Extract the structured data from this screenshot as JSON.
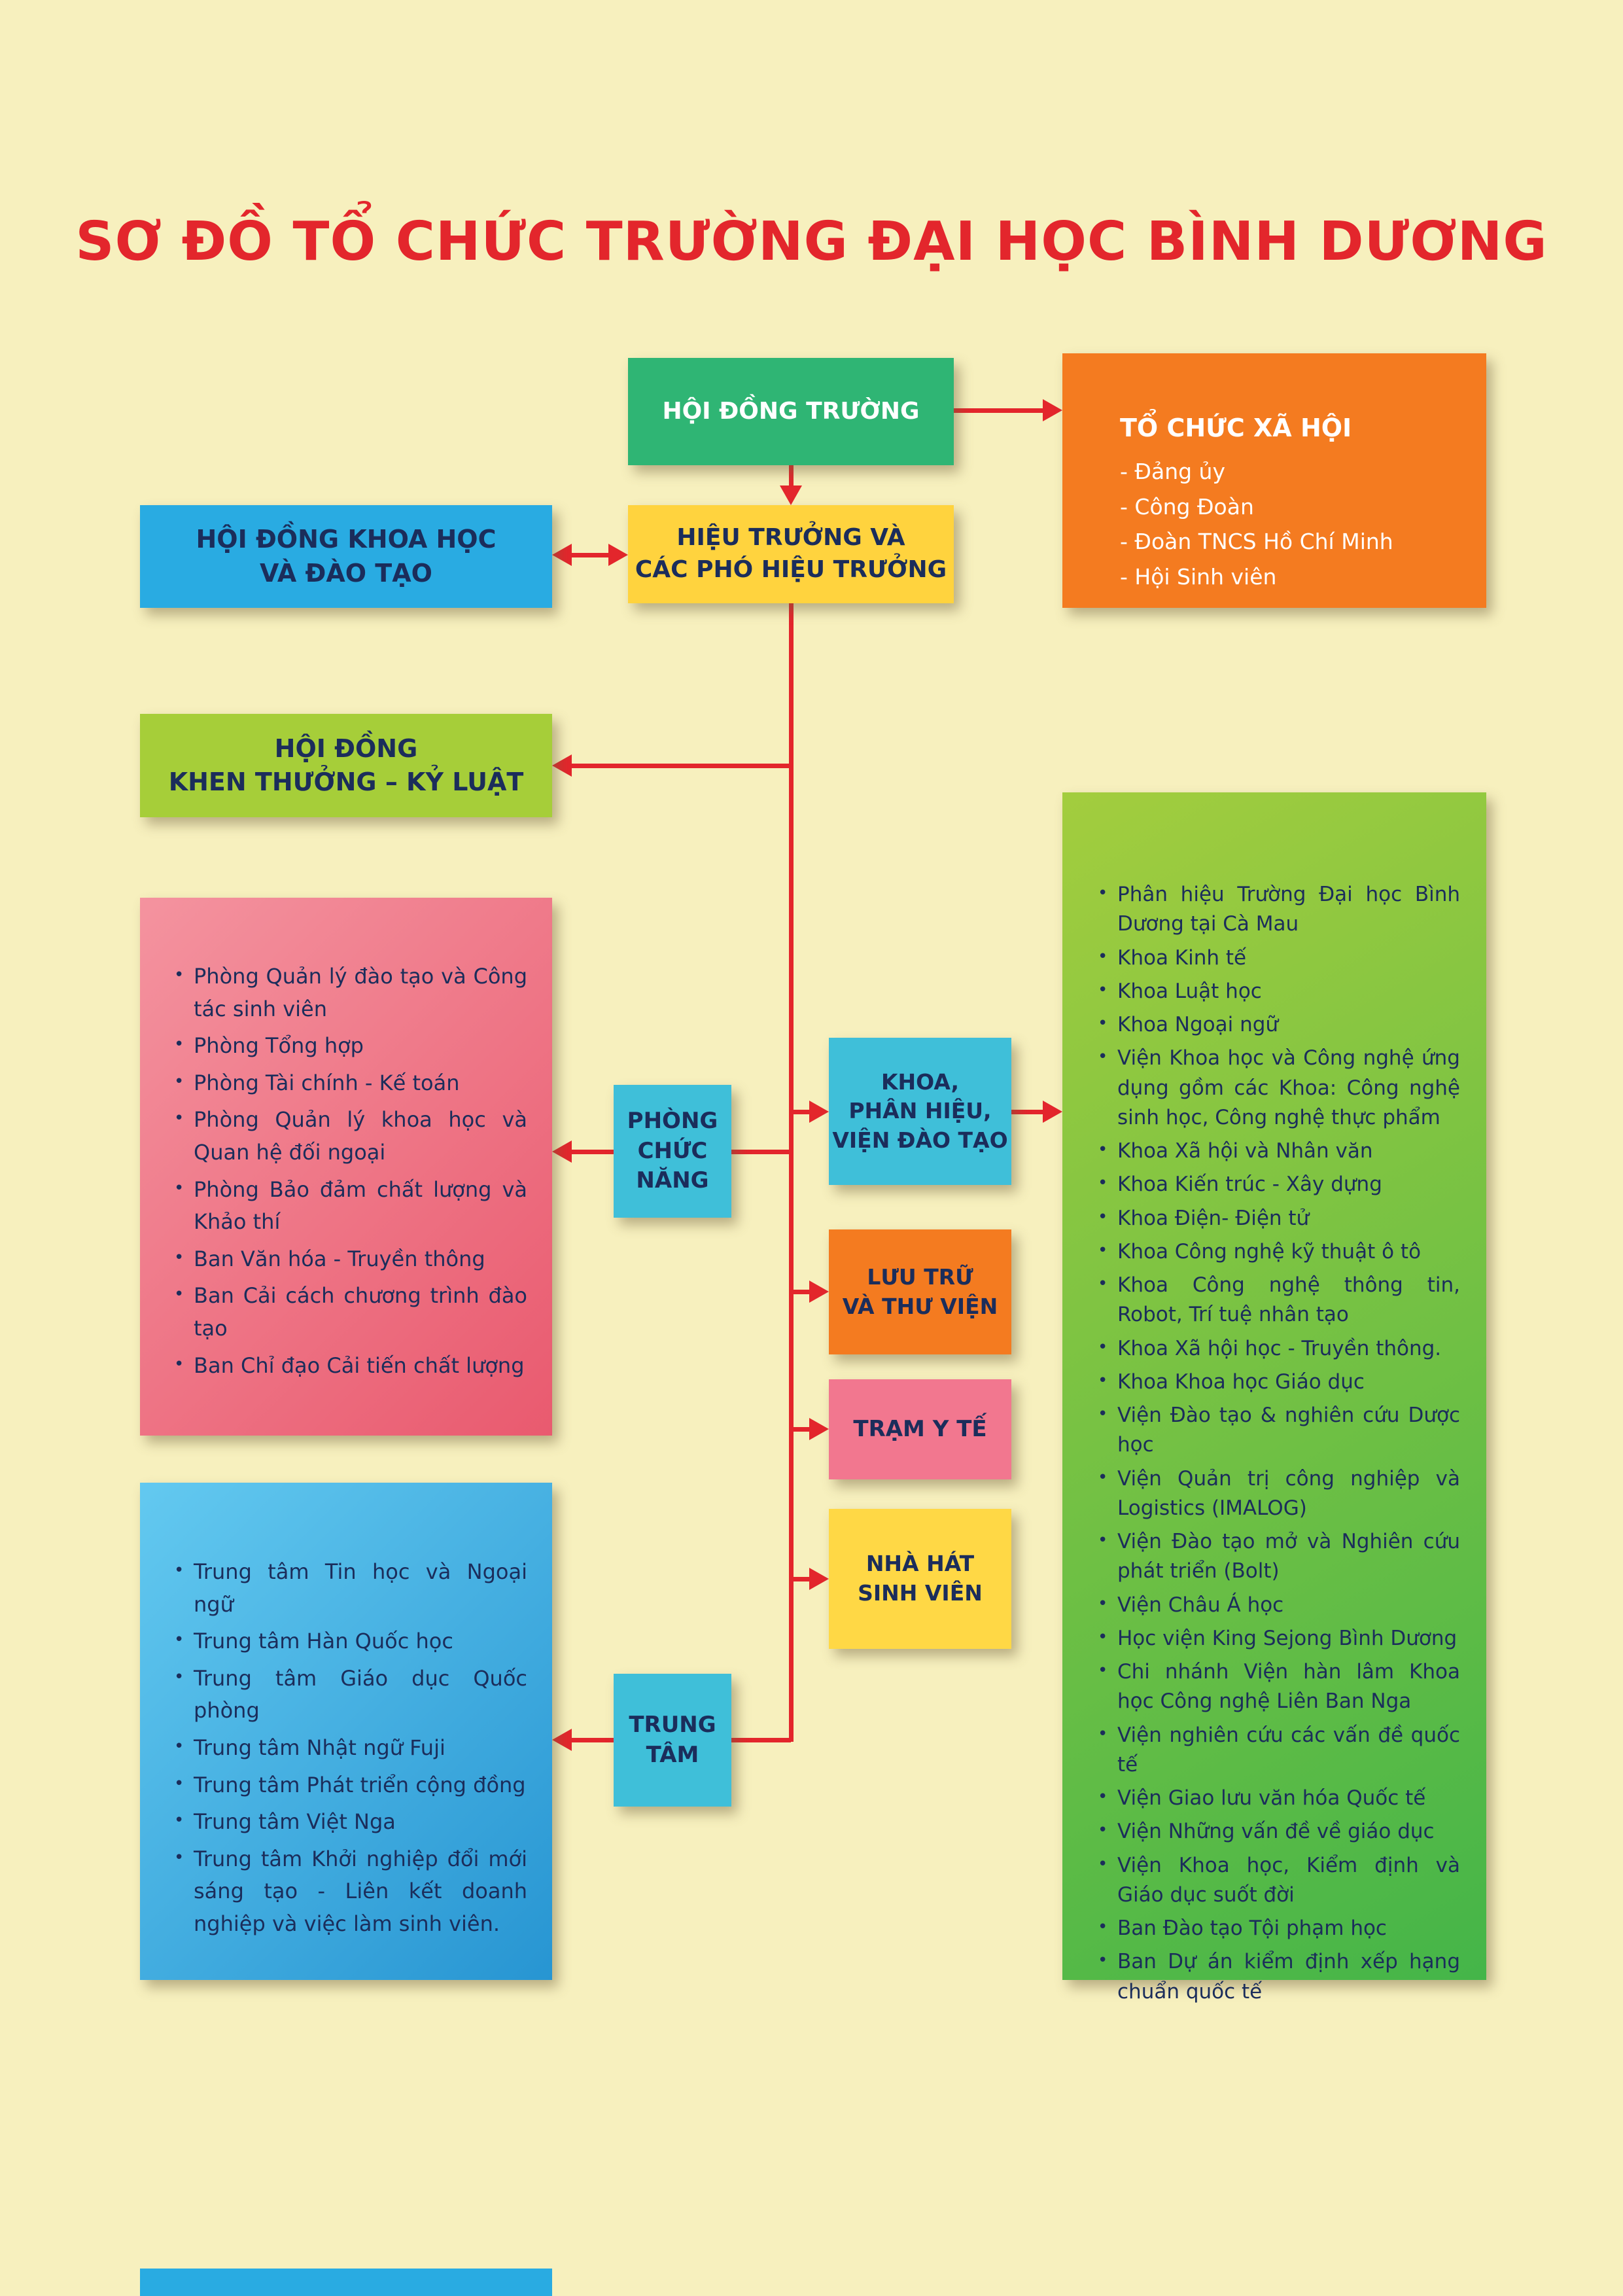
{
  "page": {
    "title": "SƠ ĐỒ TỔ CHỨC TRƯỜNG ĐẠI HỌC BÌNH DƯƠNG"
  },
  "palette": {
    "background": "#F7F0BE",
    "title_red": "#E3262C",
    "arrow_red": "#E3262C",
    "green_header": "#2FB574",
    "orange": "#F47B20",
    "light_blue": "#29ABE2",
    "yellow": "#FFD33E",
    "yellow_green": "#A6CE39",
    "pink": "#EE6E80",
    "cyan": "#3FBFD9",
    "blue_gradient": [
      "#63C9F0",
      "#2795D2"
    ],
    "green_gradient": [
      "#A3CD3E",
      "#44B549"
    ],
    "dark_text": "#1B2D5B",
    "white_text": "#FFFFFF"
  },
  "boxes": {
    "hoi_dong_truong": {
      "label": "HỘI ĐỒNG TRƯỜNG"
    },
    "to_chuc_xa_hoi": {
      "title": "TỔ CHỨC XÃ HỘI",
      "items": [
        "- Đảng ủy",
        "- Công Đoàn",
        "- Đoàn TNCS Hồ Chí Minh",
        "- Hội Sinh viên"
      ]
    },
    "hoi_dong_khoa_hoc": {
      "label": "HỘI ĐỒNG KHOA HỌC\nVÀ ĐÀO TẠO"
    },
    "hieu_truong": {
      "label": "HIỆU TRƯỞNG VÀ\nCÁC PHÓ HIỆU TRƯỞNG"
    },
    "khen_thuong": {
      "label": "HỘI ĐỒNG\nKHEN THƯỞNG – KỶ LUẬT"
    },
    "phong_ban": {
      "items": [
        "Phòng Quản lý đào tạo và Công tác sinh viên",
        "Phòng Tổng hợp",
        "Phòng Tài chính - Kế toán",
        "Phòng Quản lý khoa học và Quan hệ đối ngoại",
        "Phòng Bảo đảm chất lượng và Khảo thí",
        "Ban Văn hóa - Truyền thông",
        "Ban Cải cách chương trình đào tạo",
        "Ban Chỉ đạo Cải tiến chất lượng"
      ]
    },
    "phong_chuc_nang": {
      "label": "PHÒNG\nCHỨC\nNĂNG"
    },
    "khoa_phan_hieu": {
      "label": "KHOA,\nPHÂN HIỆU,\nVIỆN ĐÀO TẠO"
    },
    "luu_tru": {
      "label": "LƯU TRỮ\nVÀ THƯ VIỆN"
    },
    "tram_y_te": {
      "label": "TRẠM Y TẾ"
    },
    "nha_hat": {
      "label": "NHÀ HÁT\nSINH VIÊN"
    },
    "trung_tam": {
      "label": "TRUNG\nTÂM"
    },
    "trung_tam_list": {
      "items": [
        "Trung tâm Tin học và Ngoại ngữ",
        "Trung tâm Hàn Quốc học",
        "Trung tâm Giáo dục Quốc phòng",
        "Trung tâm Nhật ngữ Fuji",
        "Trung tâm Phát triển cộng đồng",
        "Trung tâm Việt Nga",
        "Trung tâm Khởi nghiệp đổi mới sáng tạo - Liên kết doanh nghiệp và việc làm sinh viên."
      ]
    },
    "khoa_vien_list": {
      "items": [
        "Phân hiệu Trường Đại học Bình Dương tại Cà Mau",
        "Khoa Kinh tế",
        "Khoa Luật học",
        "Khoa Ngoại ngữ",
        "Viện Khoa học và Công nghệ ứng dụng gồm các Khoa: Công nghệ sinh học, Công nghệ thực phẩm",
        "Khoa Xã hội và Nhân văn",
        "Khoa Kiến trúc - Xây dựng",
        "Khoa Điện- Điện tử",
        "Khoa Công nghệ kỹ thuật ô tô",
        "Khoa Công nghệ thông tin, Robot, Trí tuệ nhân tạo",
        "Khoa Xã hội học - Truyền thông.",
        "Khoa Khoa học Giáo dục",
        "Viện Đào tạo & nghiên cứu Dược học",
        "Viện Quản trị công nghiệp và Logistics (IMALOG)",
        "Viện Đào tạo mở và Nghiên cứu phát triển (Bolt)",
        "Viện Châu Á học",
        "Học viện King Sejong Bình Dương",
        "Chi nhánh Viện hàn lâm Khoa học Công nghệ Liên Ban Nga",
        "Viện nghiên cứu các vấn đề quốc tế",
        "Viện Giao lưu văn hóa Quốc tế",
        "Viện Những vấn đề về giáo dục",
        "Viện Khoa học, Kiểm định và Giáo dục suốt đời",
        "Ban Đào tạo Tội phạm học",
        "Ban Dự án kiểm định xếp hạng chuẩn quốc tế"
      ]
    }
  }
}
